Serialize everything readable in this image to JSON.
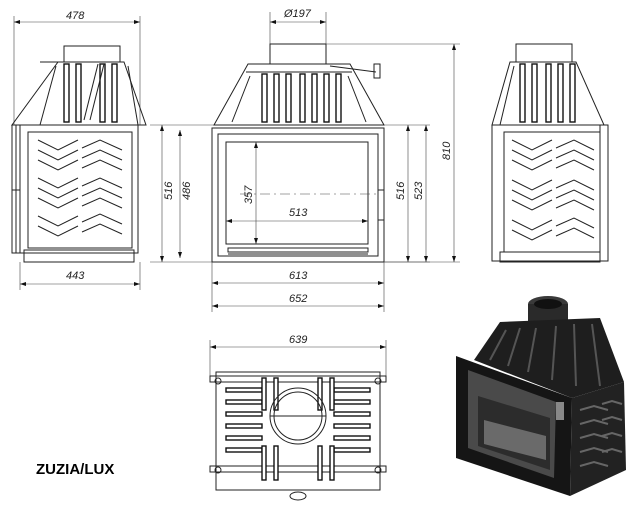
{
  "title": "ZUZIA/LUX",
  "side_left": {
    "top_width": "478",
    "bottom_width": "443",
    "height": "516"
  },
  "front": {
    "flue_diameter": "Ø197",
    "height_outer": "516",
    "height_inner": "486",
    "glass_height": "357",
    "glass_width": "513",
    "width_613": "613",
    "width_652": "652",
    "right_516": "516",
    "right_523": "523",
    "total_height": "810"
  },
  "top_view": {
    "width": "639"
  },
  "colors": {
    "line": "#222222",
    "background": "#ffffff",
    "render_dark": "#1a1a1a"
  }
}
